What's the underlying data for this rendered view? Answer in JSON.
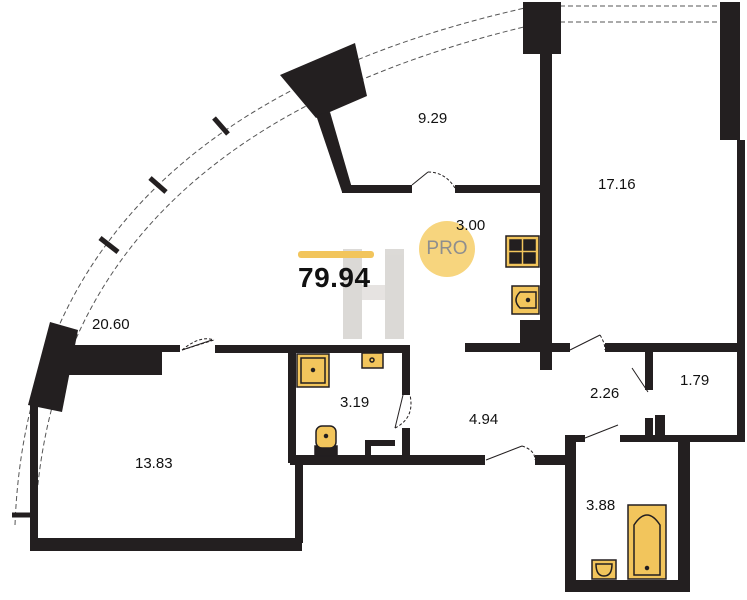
{
  "plan": {
    "total_area": "79.94",
    "badge": "PRO",
    "rooms": [
      {
        "name": "room-9-29",
        "area": "9.29"
      },
      {
        "name": "room-17-16",
        "area": "17.16"
      },
      {
        "name": "room-3-00",
        "area": "3.00"
      },
      {
        "name": "room-20-60",
        "area": "20.60"
      },
      {
        "name": "room-3-19",
        "area": "3.19"
      },
      {
        "name": "room-4-94",
        "area": "4.94"
      },
      {
        "name": "room-2-26",
        "area": "2.26"
      },
      {
        "name": "room-1-79",
        "area": "1.79"
      },
      {
        "name": "room-13-83",
        "area": "13.83"
      },
      {
        "name": "room-3-88",
        "area": "3.88"
      }
    ]
  },
  "colors": {
    "wall": "#231f20",
    "fixture": "#f2c55c",
    "accent": "#f7d57e"
  }
}
